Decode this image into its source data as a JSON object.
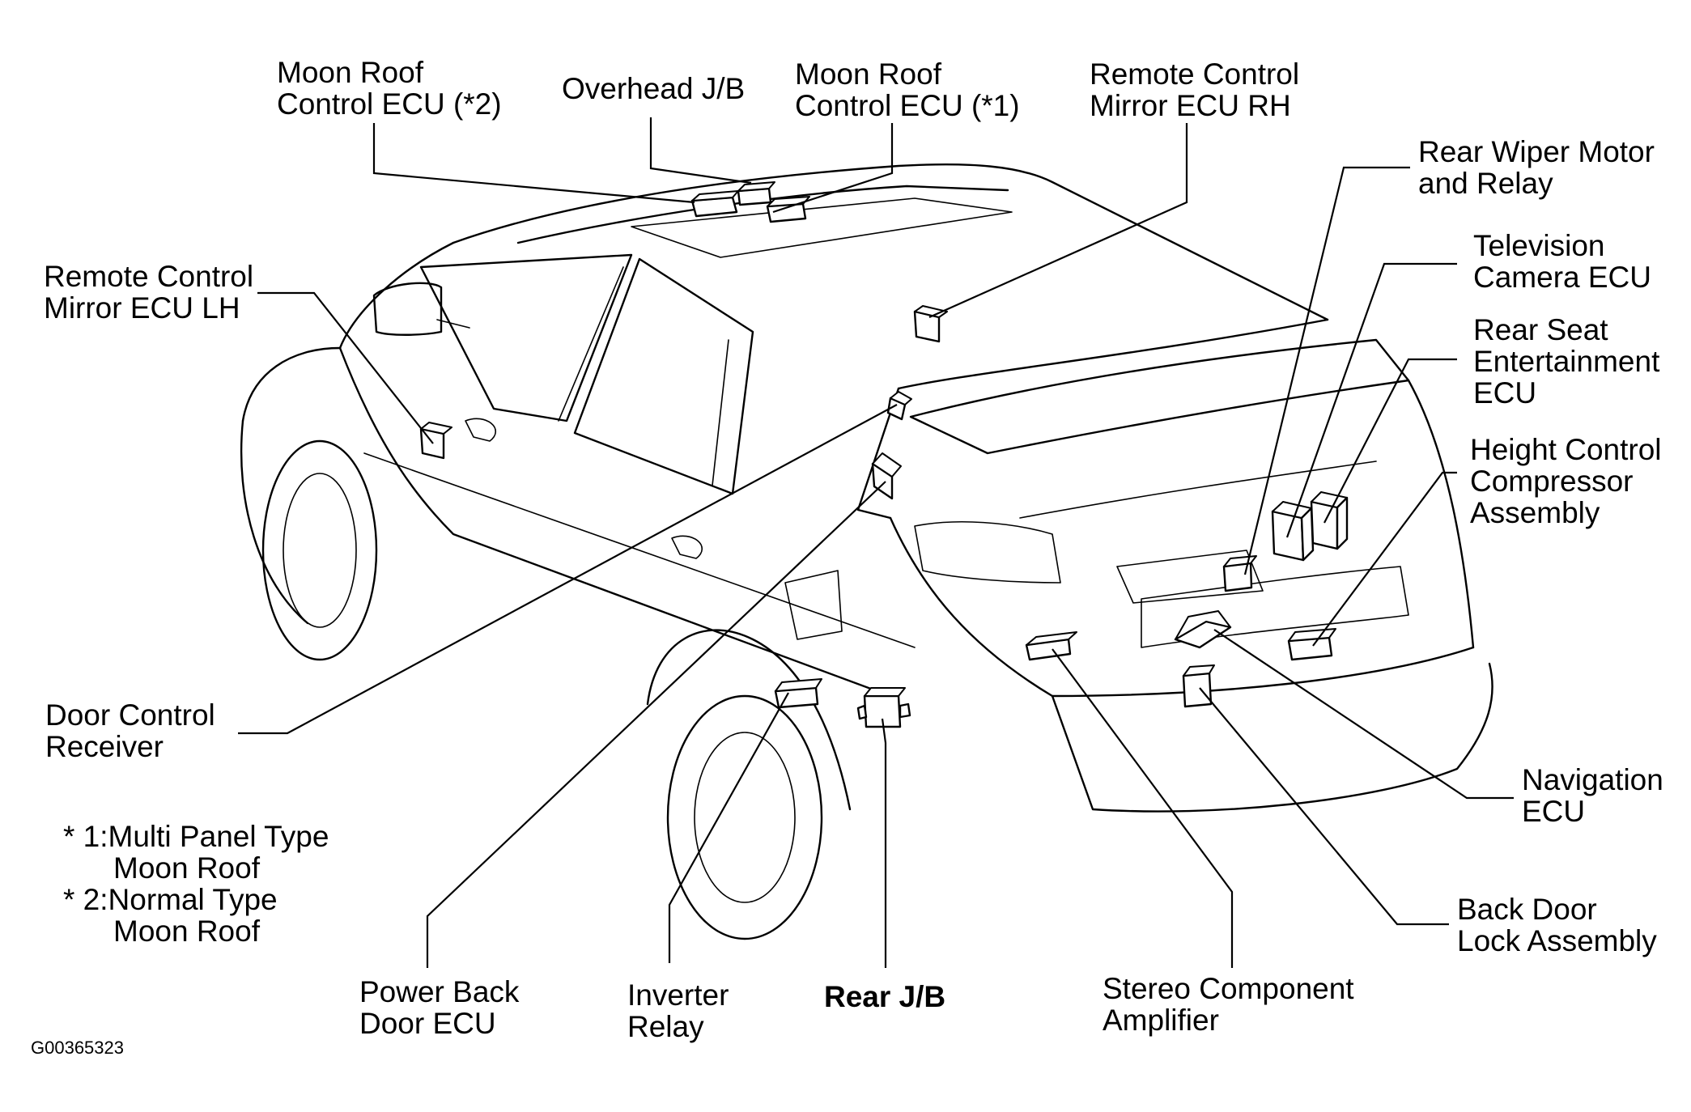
{
  "labels": {
    "moon_roof_ecu_2": [
      "Moon Roof",
      "Control ECU (*2)"
    ],
    "overhead_jb": [
      "Overhead J/B"
    ],
    "moon_roof_ecu_1": [
      "Moon Roof",
      "Control ECU (*1)"
    ],
    "mirror_ecu_rh": [
      "Remote Control",
      "Mirror ECU RH"
    ],
    "rear_wiper": [
      "Rear Wiper Motor",
      "and Relay"
    ],
    "tv_camera_ecu": [
      "Television",
      "Camera ECU"
    ],
    "rear_seat_ent_ecu": [
      "Rear Seat",
      "Entertainment",
      "ECU"
    ],
    "height_control": [
      "Height Control",
      "Compressor",
      "Assembly"
    ],
    "mirror_ecu_lh": [
      "Remote Control",
      "Mirror ECU LH"
    ],
    "door_control_receiver": [
      "Door Control",
      "Receiver"
    ],
    "navigation_ecu": [
      "Navigation",
      "ECU"
    ],
    "back_door_lock": [
      "Back Door",
      "Lock Assembly"
    ],
    "power_back_door": [
      "Power Back",
      "Door ECU"
    ],
    "inverter_relay": [
      "Inverter",
      "Relay"
    ],
    "rear_jb": [
      "Rear J/B"
    ],
    "stereo_amp": [
      "Stereo Component",
      "Amplifier"
    ]
  },
  "notes": [
    "* 1:Multi Panel Type",
    "Moon Roof",
    "* 2:Normal Type",
    "Moon Roof"
  ],
  "figure_code": "G00365323"
}
